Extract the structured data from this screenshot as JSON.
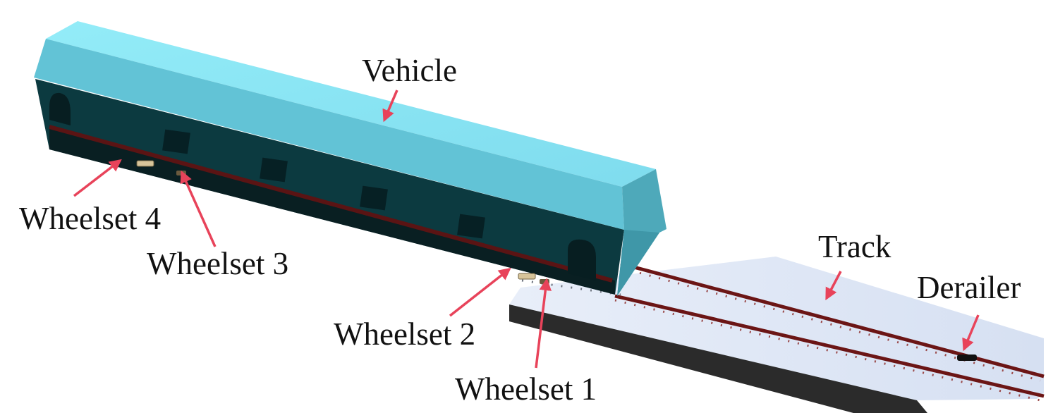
{
  "labels": {
    "vehicle": "Vehicle",
    "track": "Track",
    "derailer": "Derailer",
    "wheelset1": "Wheelset 1",
    "wheelset2": "Wheelset 2",
    "wheelset3": "Wheelset 3",
    "wheelset4": "Wheelset 4"
  },
  "colors": {
    "arrow": "#e8435a",
    "roof_top": "#8eeaf6",
    "roof_slope": "#62c3d6",
    "roof_front": "#4ea9ba",
    "body_side": "#0c3a40",
    "red_stripe": "#5a1414",
    "track_top": "#dfe8f7",
    "track_side": "#2a2a2a",
    "rail": "#6b1515"
  }
}
